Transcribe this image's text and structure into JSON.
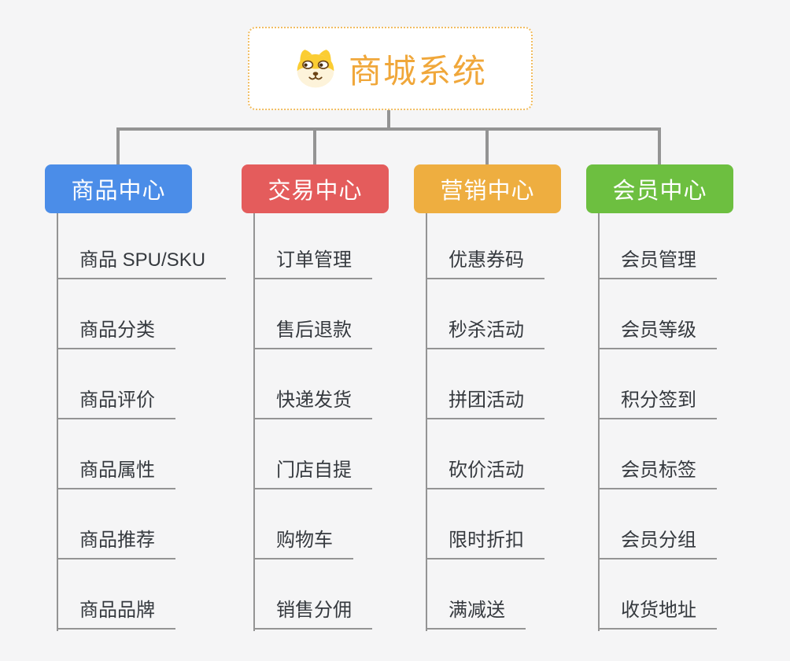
{
  "root": {
    "title": "商城系统",
    "icon": "doge-icon",
    "accent_color": "#f0a73a",
    "border_color": "#f1bd62"
  },
  "connector_color": "#949494",
  "background_color": "#f5f5f6",
  "branches": [
    {
      "label": "商品中心",
      "color": "#4b8de8",
      "children": [
        "商品 SPU/SKU",
        "商品分类",
        "商品评价",
        "商品属性",
        "商品推荐",
        "商品品牌"
      ]
    },
    {
      "label": "交易中心",
      "color": "#e45c5c",
      "children": [
        "订单管理",
        "售后退款",
        "快递发货",
        "门店自提",
        "购物车",
        "销售分佣"
      ]
    },
    {
      "label": "营销中心",
      "color": "#eeae40",
      "children": [
        "优惠券码",
        "秒杀活动",
        "拼团活动",
        "砍价活动",
        "限时折扣",
        "满减送"
      ]
    },
    {
      "label": "会员中心",
      "color": "#6dbf40",
      "children": [
        "会员管理",
        "会员等级",
        "积分签到",
        "会员标签",
        "会员分组",
        "收货地址"
      ]
    }
  ]
}
